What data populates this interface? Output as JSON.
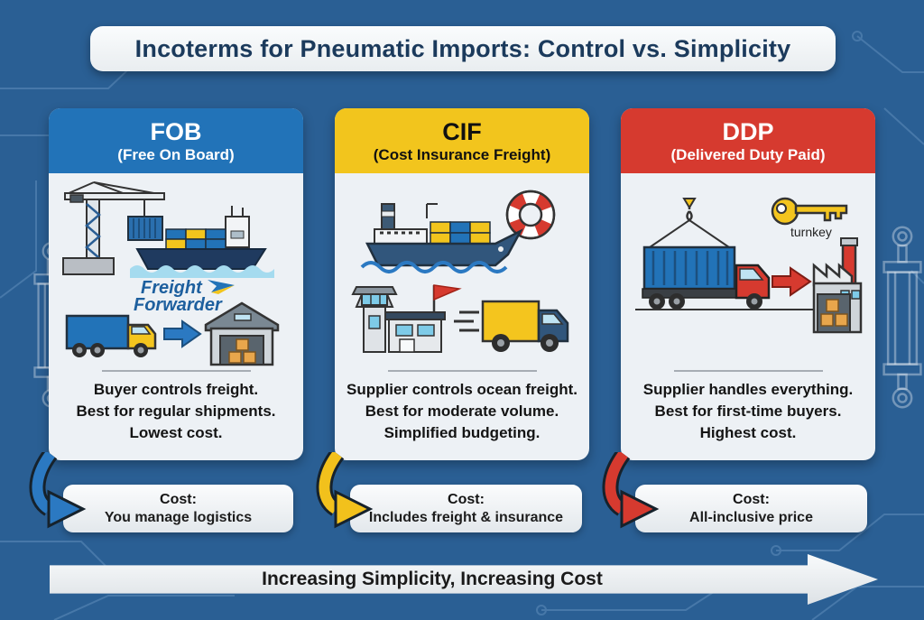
{
  "title": "Incoterms for Pneumatic Imports: Control vs. Simplicity",
  "cards": [
    {
      "code": "FOB",
      "expansion": "(Free On Board)",
      "header_color": "#2273b8",
      "desc_lines": [
        "Buyer controls freight.",
        "Best for regular shipments.",
        "Lowest cost."
      ],
      "cost_label": "Cost:",
      "cost_value": "You manage logistics",
      "arrow_color": "#2b79c2",
      "logo": {
        "line1": "Freight",
        "line2": "Forwarder"
      }
    },
    {
      "code": "CIF",
      "expansion": "(Cost Insurance Freight)",
      "header_color": "#f2c51d",
      "desc_lines": [
        "Supplier controls ocean freight.",
        "Best for moderate volume.",
        "Simplified budgeting."
      ],
      "cost_label": "Cost:",
      "cost_value": "Includes freight & insurance",
      "arrow_color": "#f2c11c"
    },
    {
      "code": "DDP",
      "expansion": "(Delivered Duty Paid)",
      "header_color": "#d63a2f",
      "desc_lines": [
        "Supplier handles everything.",
        "Best for first-time buyers.",
        "Highest cost."
      ],
      "cost_label": "Cost:",
      "cost_value": "All-inclusive price",
      "arrow_color": "#d63a2f",
      "key_label": "turnkey"
    }
  ],
  "bottom_arrow_label": "Increasing Simplicity, Increasing Cost",
  "colors": {
    "background_blue": "#2a5f94",
    "fob_blue": "#2273b8",
    "cif_yellow": "#f2c51d",
    "ddp_red": "#d63a2f",
    "card_body": "#edf1f5",
    "banner_text": "#1b3a5c"
  }
}
